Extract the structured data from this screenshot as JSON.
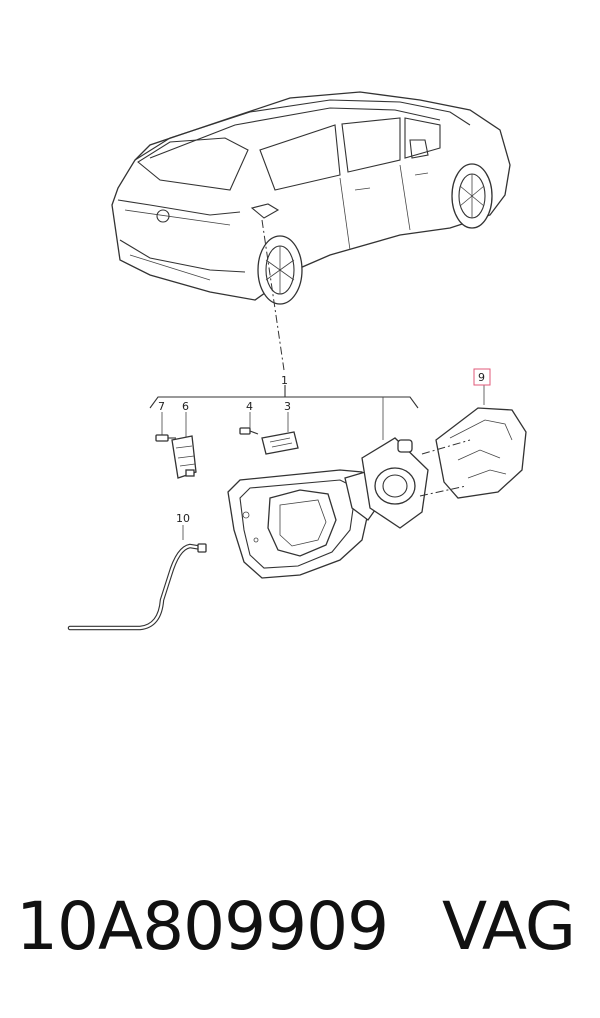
{
  "callouts": {
    "c1": "1",
    "c3": "3",
    "c4": "4",
    "c6": "6",
    "c7": "7",
    "c9": "9",
    "c10": "10"
  },
  "highlight_color": "#e05a7a",
  "footer": {
    "part_number": "10A809909",
    "brand": "VAG"
  }
}
